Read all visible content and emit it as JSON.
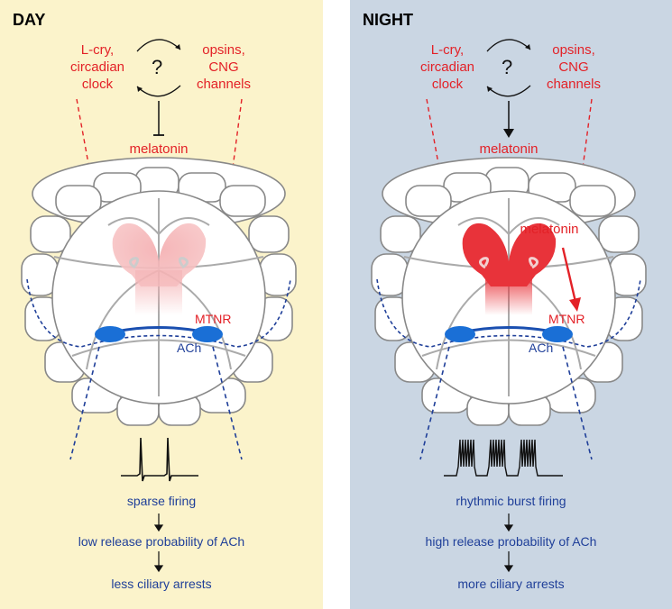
{
  "day": {
    "title": "DAY",
    "inputs_left": "L-cry,\ncircadian\nclock",
    "inputs_right": "opsins,\nCNG\nchannels",
    "question": "?",
    "hormone": "melatonin",
    "receptor": "MTNR",
    "transmitter": "ACh",
    "firing": "sparse firing",
    "release": "low release probability of ACh",
    "outcome": "less ciliary arrests",
    "gland_color": "#f5b3b5"
  },
  "night": {
    "title": "NIGHT",
    "inputs_left": "L-cry,\ncircadian\nclock",
    "inputs_right": "opsins,\nCNG\nchannels",
    "question": "?",
    "hormone": "melatonin",
    "hormone_arrow_label": "melatonin",
    "receptor": "MTNR",
    "transmitter": "ACh",
    "firing": "rhythmic burst firing",
    "release": "high release probability of ACh",
    "outcome": "more ciliary arrests",
    "gland_color": "#e8333a"
  },
  "colors": {
    "day_bg": "#fbf3cb",
    "night_bg": "#cad6e3",
    "red": "#e32127",
    "blue": "#1f3f99",
    "neuron_blue": "#1a6fd6"
  }
}
